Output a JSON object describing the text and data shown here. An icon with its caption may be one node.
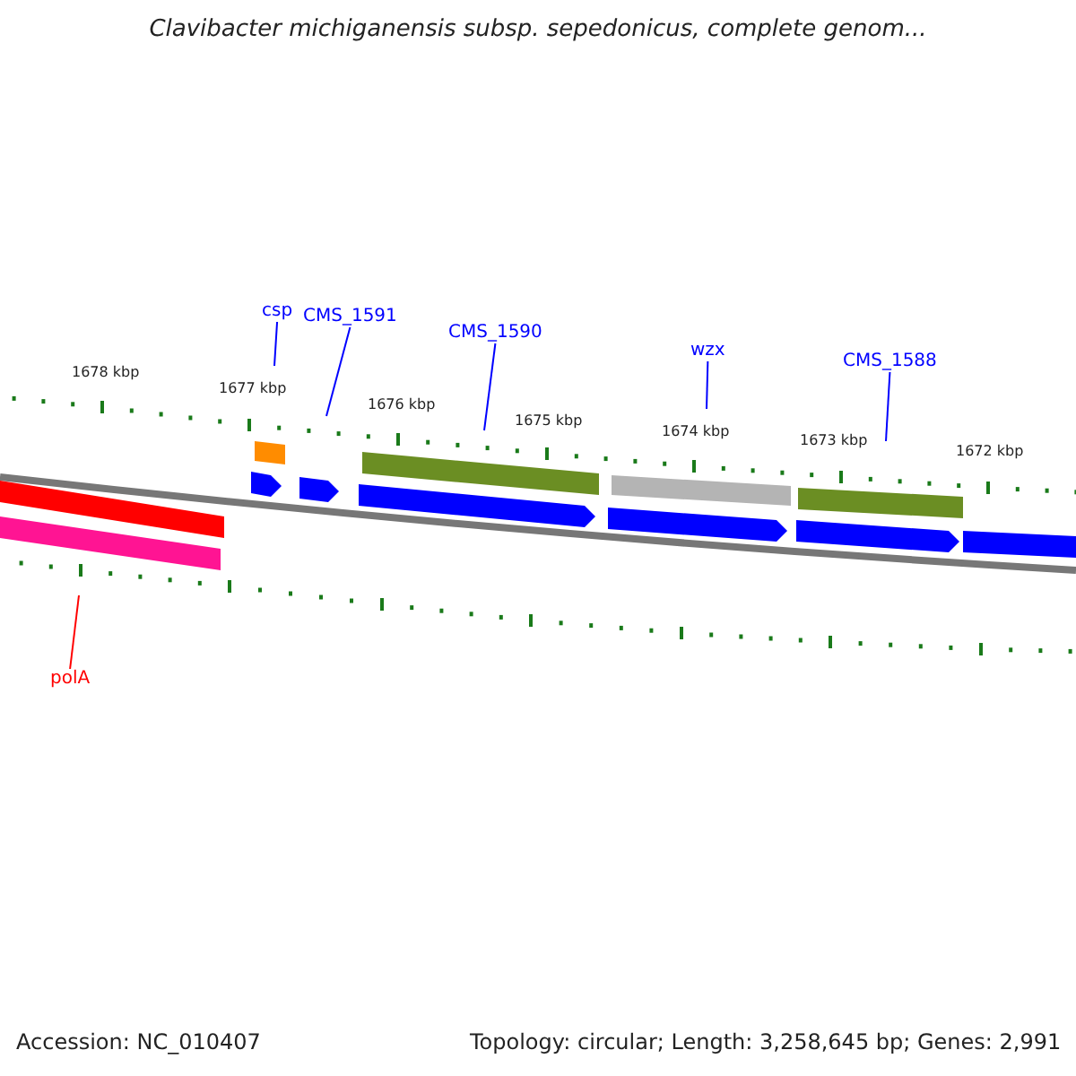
{
  "diagram": {
    "title": "Clavibacter michiganensis subsp. sepedonicus, complete genom...",
    "nodes": [
      {
        "text": [
          "csp"
        ]
      },
      {
        "text": [
          "CMS_1591"
        ]
      },
      {
        "text": [
          "CMS_1590"
        ]
      },
      {
        "text": [
          "wzx"
        ]
      },
      {
        "text": [
          "CMS_1588"
        ]
      },
      {
        "text": [
          "polA"
        ]
      },
      {
        "text": [],
        "shape": "bar"
      },
      {
        "text": [],
        "shape": "bar"
      },
      {
        "text": [],
        "shape": "bar"
      },
      {
        "text": [],
        "shape": "pentagon"
      },
      {
        "text": [],
        "shape": "pentagon"
      },
      {
        "text": [],
        "shape": "bar"
      },
      {
        "text": [],
        "shape": "pentagon"
      },
      {
        "text": [],
        "shape": "bar"
      },
      {
        "text": [],
        "shape": "pentagon"
      },
      {
        "text": [],
        "shape": "bar"
      },
      {
        "text": [],
        "shape": "pentagon"
      },
      {
        "text": [],
        "shape": "bar"
      }
    ],
    "edges": [
      {
        "from": 0,
        "to": null,
        "arrow": "none"
      },
      {
        "from": 1,
        "to": null,
        "arrow": "none"
      },
      {
        "from": 2,
        "to": null,
        "arrow": "none"
      },
      {
        "from": 3,
        "to": null,
        "arrow": "none"
      },
      {
        "from": 4,
        "to": null,
        "arrow": "none"
      },
      {
        "from": 5,
        "to": null,
        "arrow": "none",
        "color": "#ff0000"
      }
    ],
    "labels": [
      "1678 kbp",
      "1677 kbp",
      "1676 kbp",
      "1675 kbp",
      "1674 kbp",
      "1673 kbp",
      "1672 kbp",
      "Accession: NC_010407",
      "Topology: circular; Length: 3,258,645 bp; Genes: 2,991"
    ]
  }
}
